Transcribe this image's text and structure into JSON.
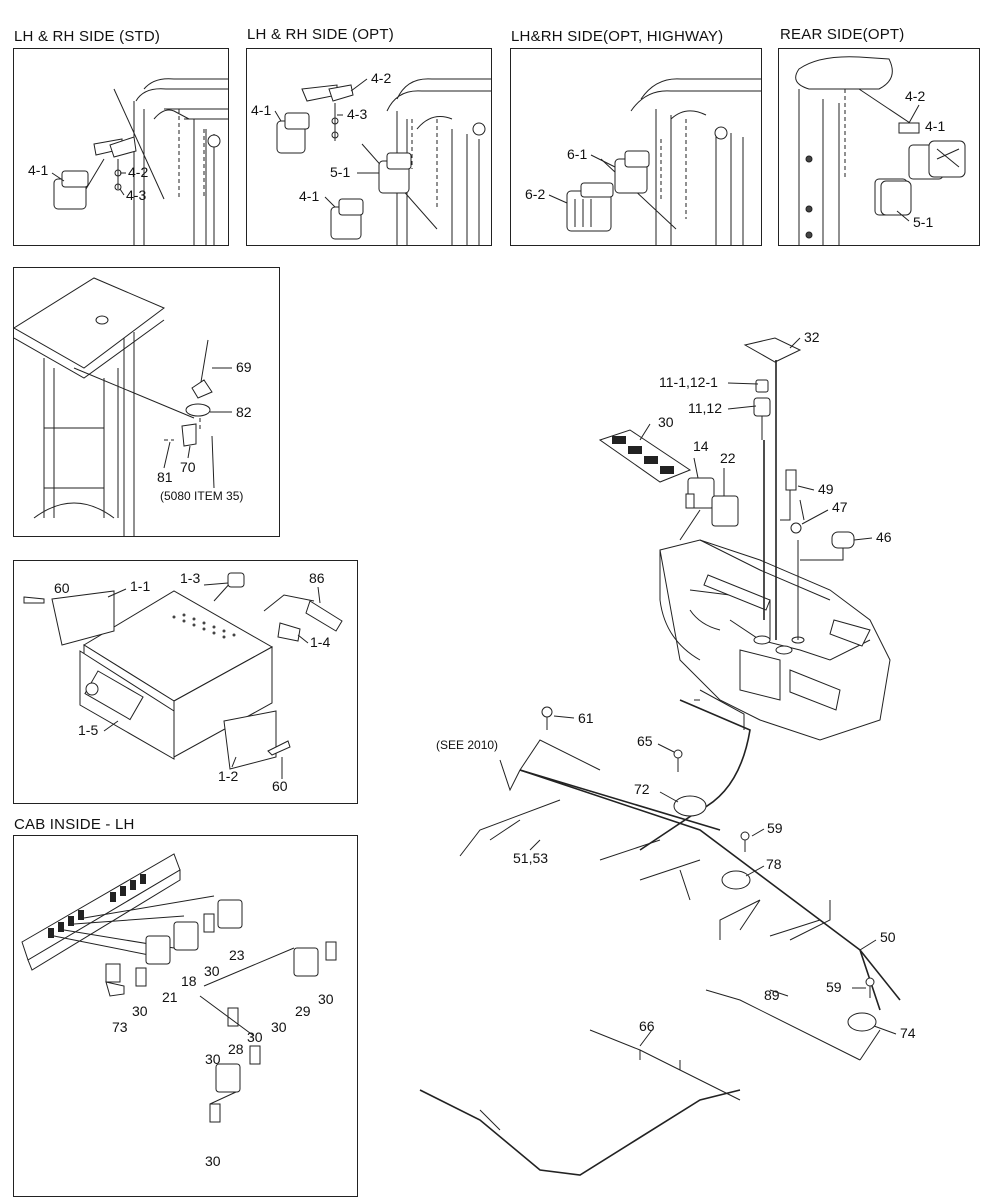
{
  "panels": {
    "std": {
      "title": "LH & RH SIDE (STD)",
      "labels": [
        "4-1",
        "4-2",
        "4-3"
      ]
    },
    "opt": {
      "title": "LH & RH SIDE (OPT)",
      "labels": [
        "4-2",
        "4-1",
        "4-3",
        "5-1",
        "4-1"
      ]
    },
    "highway": {
      "title": "LH&RH SIDE(OPT, HIGHWAY)",
      "labels": [
        "6-1",
        "6-2"
      ]
    },
    "rear": {
      "title": "REAR SIDE(OPT)",
      "labels": [
        "4-2",
        "4-1",
        "5-1"
      ]
    },
    "antenna": {
      "labels": [
        "69",
        "82",
        "81",
        "70"
      ],
      "note": "(5080 ITEM 35)"
    },
    "radio": {
      "labels": [
        "60",
        "1-1",
        "1-3",
        "86",
        "1-4",
        "1-5",
        "1-2",
        "60"
      ]
    },
    "cab": {
      "title": "CAB INSIDE - LH",
      "labels": [
        "23",
        "30",
        "18",
        "21",
        "30",
        "73",
        "30",
        "29",
        "30",
        "30",
        "30",
        "28",
        "30"
      ]
    }
  },
  "main": {
    "labels": [
      "32",
      "11-1,12-1",
      "11,12",
      "30",
      "14",
      "22",
      "49",
      "47",
      "46",
      "61",
      "65",
      "72",
      "59",
      "78",
      "51,53",
      "50",
      "89",
      "59",
      "74",
      "66"
    ],
    "note": "(SEE 2010)"
  },
  "icons": [
    "horn-icon",
    "antenna-icon",
    "radio-icon",
    "switch-icon",
    "wire-harness-icon",
    "console-icon"
  ]
}
